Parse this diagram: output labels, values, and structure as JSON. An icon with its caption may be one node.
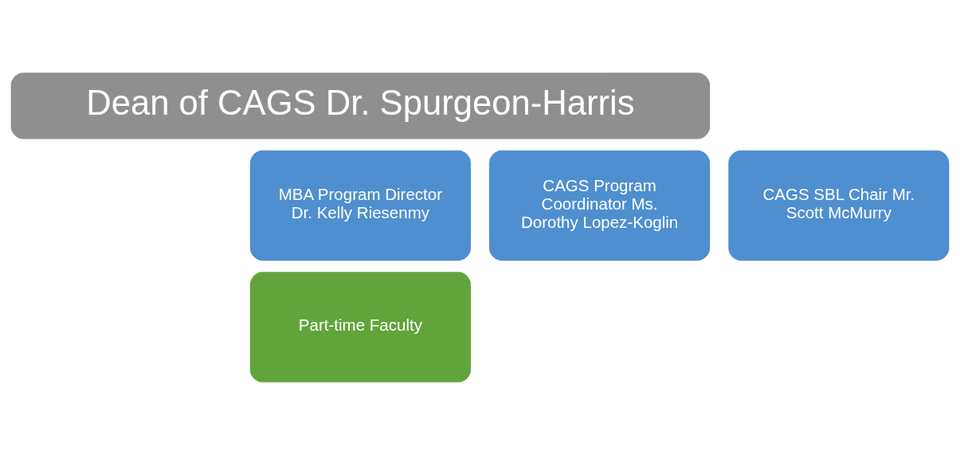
{
  "diagram": {
    "nodes": [
      {
        "text": [
          "Dean of CAGS Dr. Spurgeon-Harris"
        ]
      },
      {
        "text": [
          "CAGS Program Coordinator Ms. Dorothy Lopez-Koglin"
        ]
      },
      {
        "text": [
          "CAGS SBL Chair Mr. Scott McMurry"
        ]
      },
      {
        "text": [
          "MBA Program Director Dr. Kelly Riesenmy"
        ]
      },
      {
        "text": [
          "Part-time Faculty"
        ]
      }
    ]
  }
}
